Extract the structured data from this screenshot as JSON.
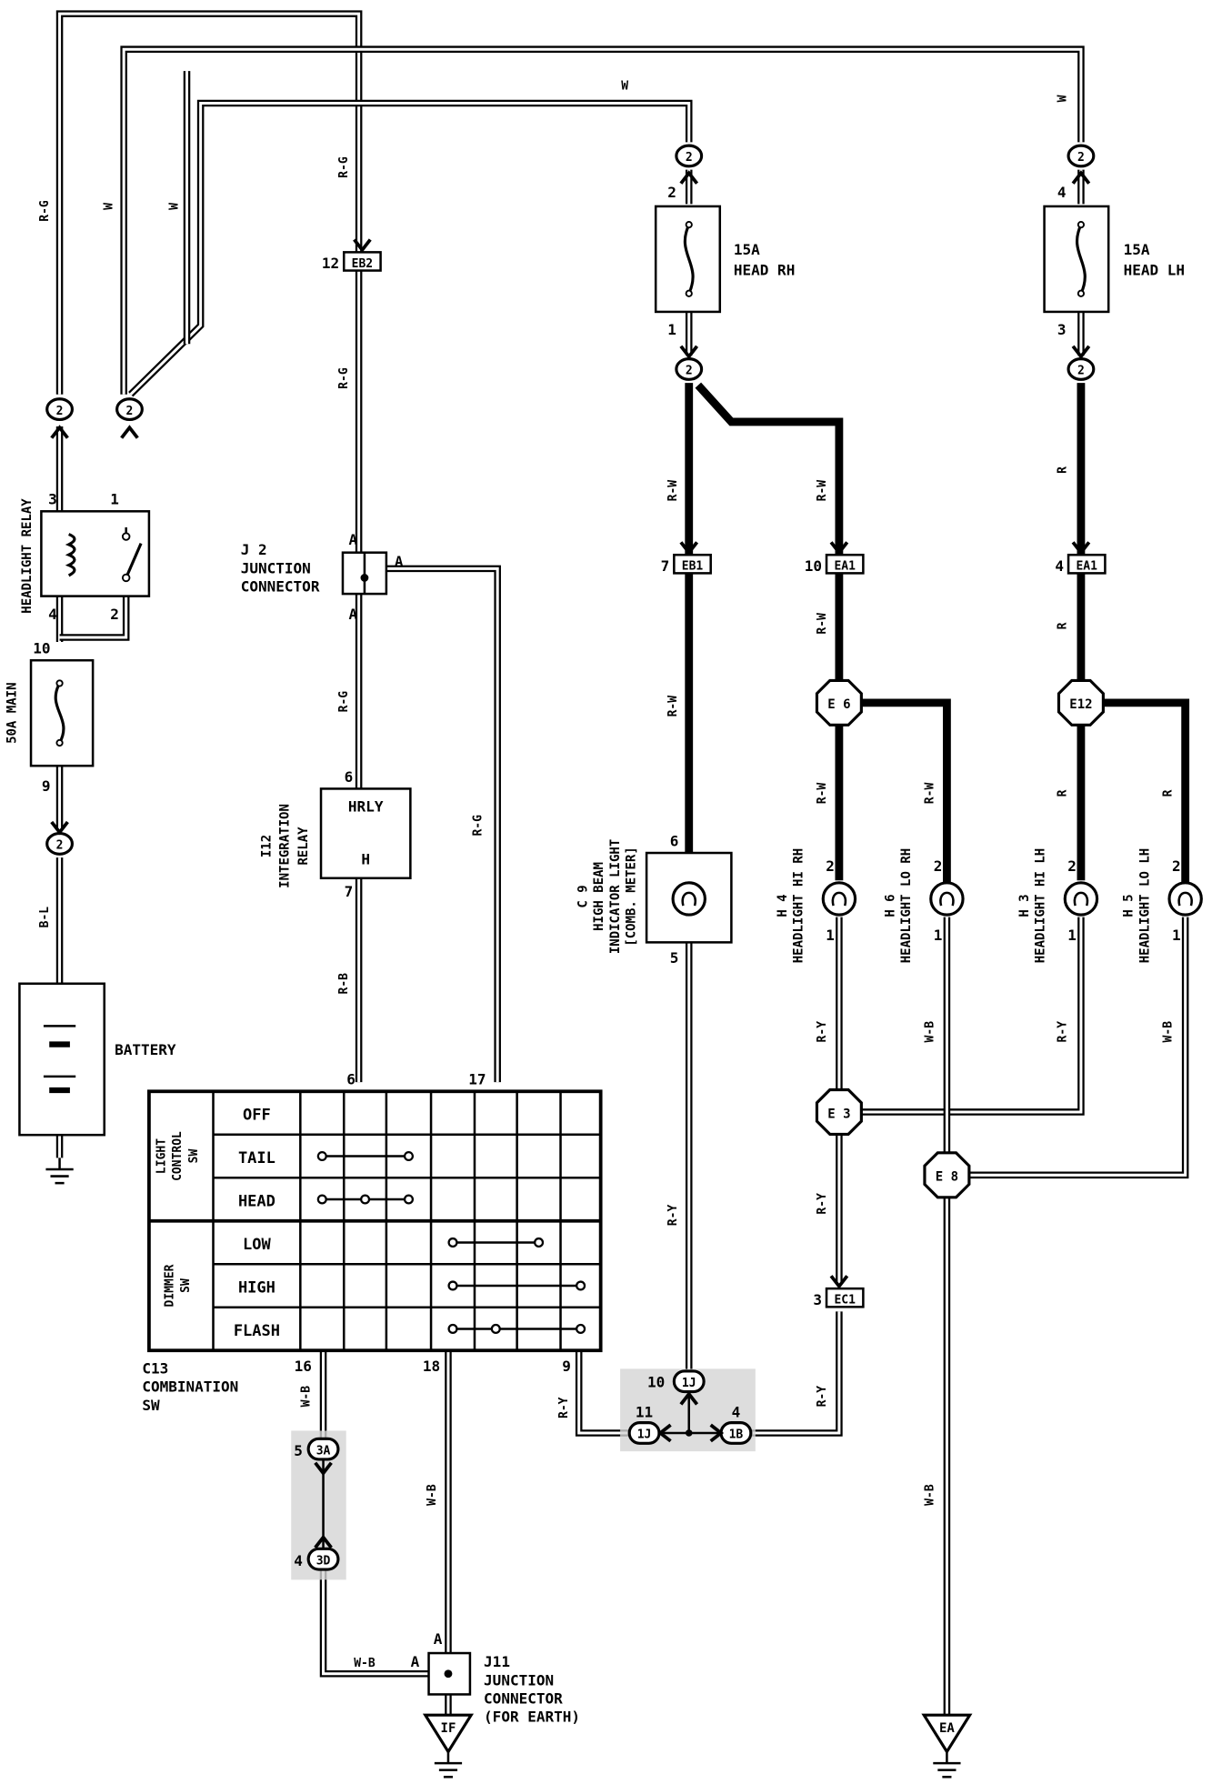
{
  "diagram": {
    "components": {
      "headlight_relay": {
        "name": "HEADLIGHT RELAY",
        "pins": [
          "3",
          "1",
          "4",
          "2"
        ]
      },
      "main_fuse": {
        "name": "50A MAIN",
        "pins": [
          "10",
          "9"
        ]
      },
      "battery": {
        "name": "BATTERY"
      },
      "fuse_rh": {
        "rating": "15A",
        "name": "HEAD RH",
        "pins": [
          "2",
          "1"
        ]
      },
      "fuse_lh": {
        "rating": "15A",
        "name": "HEAD LH",
        "pins": [
          "4",
          "3"
        ]
      },
      "j2": {
        "id": "J 2",
        "name_line1": "JUNCTION",
        "name_line2": "CONNECTOR",
        "pin": "A"
      },
      "i12": {
        "id": "I12",
        "name_line1": "INTEGRATION",
        "name_line2": "RELAY",
        "terminal_top": "HRLY",
        "terminal_bottom": "H",
        "pins": [
          "6",
          "7"
        ]
      },
      "c9": {
        "id": "C 9",
        "name_line1": "HIGH BEAM",
        "name_line2": "INDICATOR LIGHT",
        "name_line3": "[COMB. METER]",
        "pins": [
          "6",
          "5"
        ]
      },
      "h4": {
        "id": "H 4",
        "name": "HEADLIGHT HI RH",
        "pins": [
          "2",
          "1"
        ]
      },
      "h6": {
        "id": "H 6",
        "name": "HEADLIGHT LO RH",
        "pins": [
          "2",
          "1"
        ]
      },
      "h3": {
        "id": "H 3",
        "name": "HEADLIGHT HI LH",
        "pins": [
          "2",
          "1"
        ]
      },
      "h5": {
        "id": "H 5",
        "name": "HEADLIGHT LO LH",
        "pins": [
          "2",
          "1"
        ]
      },
      "c13": {
        "id": "C13",
        "name_line1": "COMBINATION",
        "name_line2": "SW",
        "pins": [
          "6",
          "17",
          "16",
          "18",
          "9"
        ]
      },
      "j11": {
        "id": "J11",
        "name_line1": "JUNCTION",
        "name_line2": "CONNECTOR",
        "name_line3": "(FOR EARTH)",
        "pin": "A"
      }
    },
    "connectors": {
      "eb2": {
        "code": "EB2",
        "pin": "12"
      },
      "eb1": {
        "code": "EB1",
        "pin": "7"
      },
      "ea1_rh": {
        "code": "EA1",
        "pin": "10"
      },
      "ea1_lh": {
        "code": "EA1",
        "pin": "4"
      },
      "ec1": {
        "code": "EC1",
        "pin": "3"
      },
      "c2": "2",
      "c1j": "1J",
      "c1b": "1B",
      "c3a": "3A",
      "c3d": "3D",
      "pin_1j_top": "10",
      "pin_1j_left": "11",
      "pin_1b": "4",
      "pin_3a": "5",
      "pin_3d": "4"
    },
    "splices": {
      "e6": "E 6",
      "e12": "E12",
      "e3": "E 3",
      "e8": "E 8"
    },
    "grounds": {
      "if": "IF",
      "ea": "EA"
    },
    "wire_colors": {
      "rg": "R-G",
      "w": "W",
      "bl": "B-L",
      "rb": "R-B",
      "rw": "R-W",
      "r": "R",
      "ry": "R-Y",
      "wb": "W-B"
    },
    "switch_table": {
      "group1": [
        "LIGHT",
        "CONTROL",
        "SW"
      ],
      "group2": [
        "DIMMER",
        "SW"
      ],
      "rows": [
        "OFF",
        "TAIL",
        "HEAD",
        "LOW",
        "HIGH",
        "FLASH"
      ]
    }
  }
}
